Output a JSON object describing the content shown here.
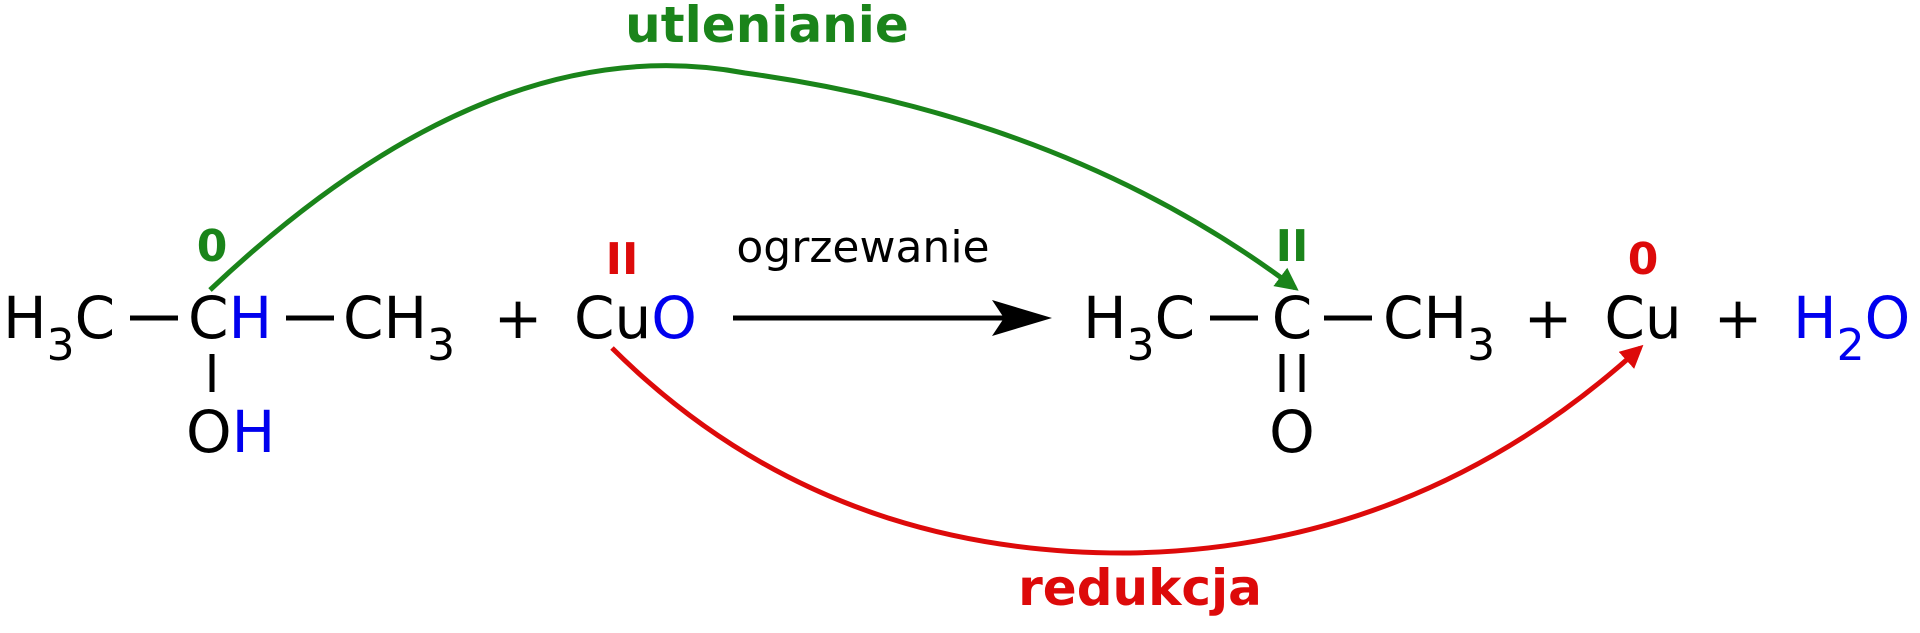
{
  "colors": {
    "black": "#000000",
    "blue": "#0000ee",
    "green": "#1a841a",
    "red": "#dd0a0a"
  },
  "labels": {
    "oxidation": "utlenianie",
    "reduction": "redukcja",
    "condition": "ogrzewanie"
  },
  "oxidation_states": {
    "c_reactant": "0",
    "cu_reactant": "II",
    "c_product": "II",
    "cu_product": "0"
  },
  "reactants": {
    "isopropanol": {
      "h3c": "H",
      "h3c_sub": "3",
      "h3c_c": "C",
      "c_center": "C",
      "h_center": "H",
      "ch3": "CH",
      "ch3_sub": "3",
      "o": "O",
      "oh_h": "H"
    },
    "copper_oxide": {
      "cu": "Cu",
      "o": "O"
    }
  },
  "products": {
    "acetone": {
      "h3c": "H",
      "h3c_sub": "3",
      "h3c_c": "C",
      "c_center": "C",
      "ch3": "CH",
      "ch3_sub": "3",
      "o": "O"
    },
    "copper": "Cu",
    "water": {
      "h": "H",
      "h_sub": "2",
      "o": "O"
    }
  },
  "plus": "+"
}
